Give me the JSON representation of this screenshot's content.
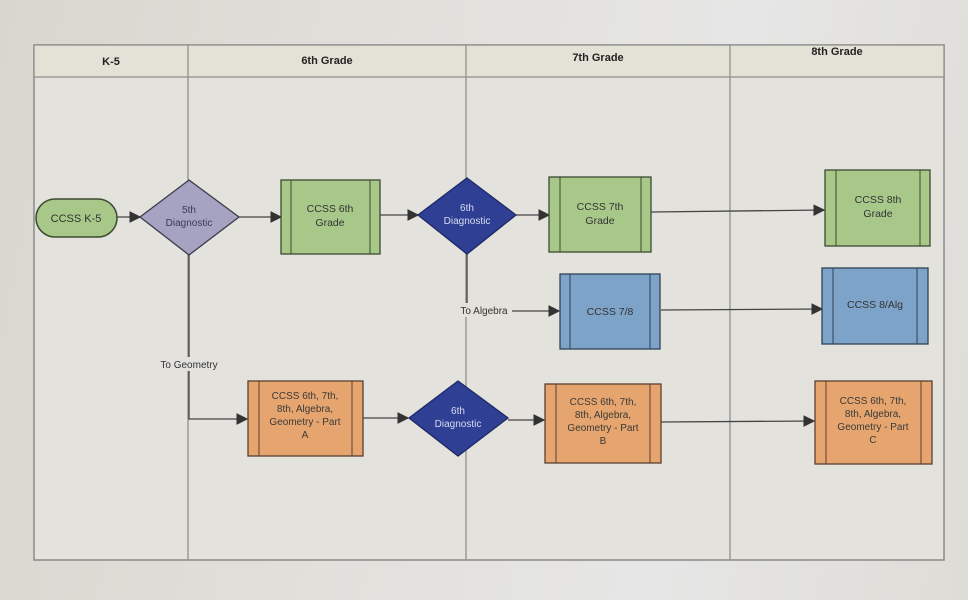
{
  "diagram": {
    "type": "swimlane-flowchart",
    "lanes": [
      {
        "id": "k5",
        "label": "K-5"
      },
      {
        "id": "g6",
        "label": "6th Grade"
      },
      {
        "id": "g7",
        "label": "7th Grade"
      },
      {
        "id": "g8",
        "label": "8th Grade"
      }
    ],
    "colors": {
      "green_fill": "#a8c88a",
      "green_stroke": "#3b4a30",
      "purple_fill": "#a6a2c2",
      "navy_fill": "#2f3f94",
      "blue_fill": "#7ea3c8",
      "orange_fill": "#e6a56e",
      "line": "#444444",
      "lane_border": "#8a8a8a",
      "header_fill": "#e4e2d6"
    },
    "nodes": [
      {
        "id": "ccss_k5",
        "shape": "terminator",
        "color": "green",
        "lane": "k5",
        "lines": [
          "CCSS K-5"
        ]
      },
      {
        "id": "diag5",
        "shape": "decision",
        "color": "purple",
        "lane": "k5",
        "lines": [
          "5th",
          "Diagnostic"
        ]
      },
      {
        "id": "ccss6",
        "shape": "process",
        "color": "green",
        "lane": "g6",
        "lines": [
          "CCSS 6th",
          "Grade"
        ]
      },
      {
        "id": "diag6_top",
        "shape": "decision",
        "color": "navy",
        "lane": "g6",
        "lines": [
          "6th",
          "Diagnostic"
        ]
      },
      {
        "id": "ccss7",
        "shape": "process",
        "color": "green",
        "lane": "g7",
        "lines": [
          "CCSS 7th",
          "Grade"
        ]
      },
      {
        "id": "ccss8",
        "shape": "process",
        "color": "green",
        "lane": "g8",
        "lines": [
          "CCSS 8th",
          "Grade"
        ]
      },
      {
        "id": "ccss78",
        "shape": "process",
        "color": "blue",
        "lane": "g7",
        "lines": [
          "CCSS 7/8"
        ]
      },
      {
        "id": "ccss8alg",
        "shape": "process",
        "color": "blue",
        "lane": "g8",
        "lines": [
          "CCSS 8/Alg"
        ]
      },
      {
        "id": "partA",
        "shape": "process",
        "color": "orange",
        "lane": "g6",
        "lines": [
          "CCSS 6th, 7th,",
          "8th, Algebra,",
          "Geometry - Part",
          "A"
        ]
      },
      {
        "id": "diag6_bottom",
        "shape": "decision",
        "color": "navy",
        "lane": "g6",
        "lines": [
          "6th",
          "Diagnostic"
        ]
      },
      {
        "id": "partB",
        "shape": "process",
        "color": "orange",
        "lane": "g7",
        "lines": [
          "CCSS 6th, 7th,",
          "8th, Algebra,",
          "Geometry - Part",
          "B"
        ]
      },
      {
        "id": "partC",
        "shape": "process",
        "color": "orange",
        "lane": "g8",
        "lines": [
          "CCSS 6th, 7th,",
          "8th, Algebra,",
          "Geometry - Part",
          "C"
        ]
      }
    ],
    "edges": [
      {
        "from": "ccss_k5",
        "to": "diag5",
        "label": ""
      },
      {
        "from": "diag5",
        "to": "ccss6",
        "label": ""
      },
      {
        "from": "ccss6",
        "to": "diag6_top",
        "label": ""
      },
      {
        "from": "diag6_top",
        "to": "ccss7",
        "label": ""
      },
      {
        "from": "ccss7",
        "to": "ccss8",
        "label": ""
      },
      {
        "from": "diag6_top",
        "to": "ccss78",
        "label": "To Algebra"
      },
      {
        "from": "ccss78",
        "to": "ccss8alg",
        "label": ""
      },
      {
        "from": "diag5",
        "to": "partA",
        "label": "To Geometry"
      },
      {
        "from": "partA",
        "to": "diag6_bottom",
        "label": ""
      },
      {
        "from": "diag6_bottom",
        "to": "partB",
        "label": ""
      },
      {
        "from": "partB",
        "to": "partC",
        "label": ""
      }
    ]
  }
}
